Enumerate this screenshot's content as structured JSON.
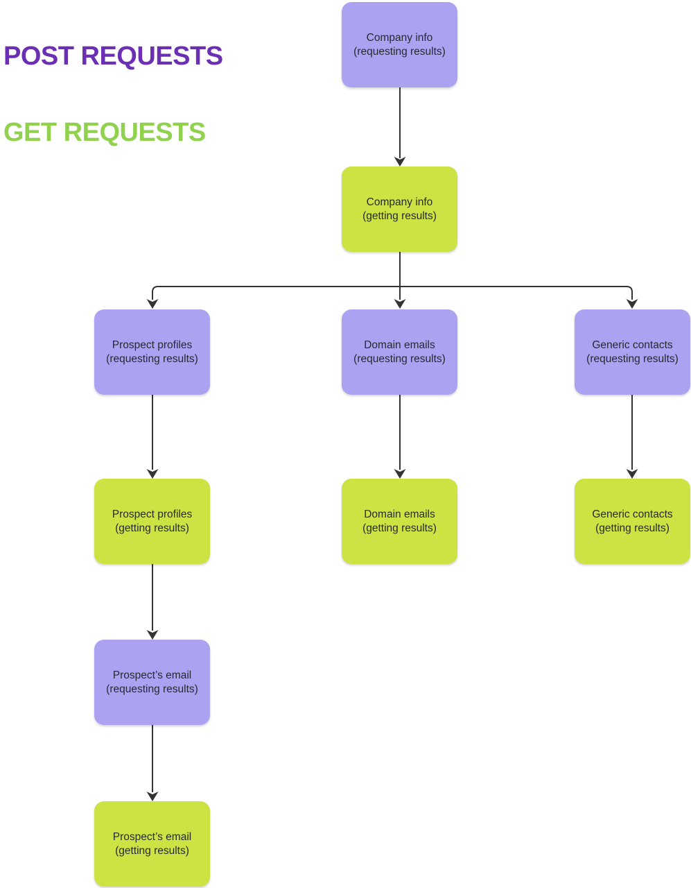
{
  "legend": {
    "post_label": "POST REQUESTS",
    "get_label": "GET REQUESTS"
  },
  "colors": {
    "post_text": "#6b2fb3",
    "get_text": "#90d14e",
    "post_box": "#aba3f2",
    "get_box": "#cde343",
    "arrow": "#333336",
    "box_text": "#28282e",
    "bg": "#ffffff"
  },
  "nodes": [
    {
      "id": "company-info-requesting",
      "title": "Company info",
      "subtitle": "(requesting results)",
      "method": "POST"
    },
    {
      "id": "company-info-getting",
      "title": "Company info",
      "subtitle": "(getting results)",
      "method": "GET"
    },
    {
      "id": "prospect-profiles-requesting",
      "title": "Prospect profiles",
      "subtitle": "(requesting results)",
      "method": "POST"
    },
    {
      "id": "domain-emails-requesting",
      "title": "Domain emails",
      "subtitle": "(requesting results)",
      "method": "POST"
    },
    {
      "id": "generic-contacts-requesting",
      "title": "Generic contacts",
      "subtitle": "(requesting results)",
      "method": "POST"
    },
    {
      "id": "prospect-profiles-getting",
      "title": "Prospect profiles",
      "subtitle": "(getting results)",
      "method": "GET"
    },
    {
      "id": "domain-emails-getting",
      "title": "Domain emails",
      "subtitle": "(getting results)",
      "method": "GET"
    },
    {
      "id": "generic-contacts-getting",
      "title": "Generic contacts",
      "subtitle": "(getting results)",
      "method": "GET"
    },
    {
      "id": "prospects-email-requesting",
      "title": "Prospect’s email",
      "subtitle": "(requesting results)",
      "method": "POST"
    },
    {
      "id": "prospects-email-getting",
      "title": "Prospect’s email",
      "subtitle": "(getting results)",
      "method": "GET"
    }
  ],
  "edges": [
    {
      "from": "company-info-requesting",
      "to": "company-info-getting"
    },
    {
      "from": "company-info-getting",
      "to": "prospect-profiles-requesting"
    },
    {
      "from": "company-info-getting",
      "to": "domain-emails-requesting"
    },
    {
      "from": "company-info-getting",
      "to": "generic-contacts-requesting"
    },
    {
      "from": "prospect-profiles-requesting",
      "to": "prospect-profiles-getting"
    },
    {
      "from": "domain-emails-requesting",
      "to": "domain-emails-getting"
    },
    {
      "from": "generic-contacts-requesting",
      "to": "generic-contacts-getting"
    },
    {
      "from": "prospect-profiles-getting",
      "to": "prospects-email-requesting"
    },
    {
      "from": "prospects-email-requesting",
      "to": "prospects-email-getting"
    }
  ]
}
